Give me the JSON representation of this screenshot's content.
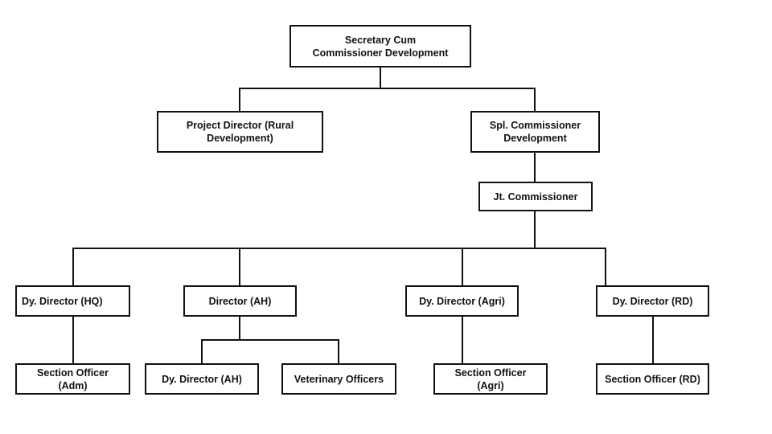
{
  "org_chart": {
    "nodes": {
      "secretary": "Secretary Cum\nCommissioner Development",
      "project_director": "Project Director (Rural\nDevelopment)",
      "spl_commissioner": "Spl. Commissioner\nDevelopment",
      "jt_commissioner": "Jt. Commissioner",
      "dy_director_hq": "Dy. Director (HQ)",
      "director_ah": "Director (AH)",
      "dy_director_agri": "Dy. Director (Agri)",
      "dy_director_rd": "Dy. Director (RD)",
      "section_officer_adm": "Section Officer\n(Adm)",
      "dy_director_ah": "Dy. Director (AH)",
      "veterinary_officers": "Veterinary Officers",
      "section_officer_agri": "Section Officer\n(Agri)",
      "section_officer_rd": "Section Officer (RD)"
    },
    "line_color": "#111111",
    "box_border_color": "#111111"
  }
}
